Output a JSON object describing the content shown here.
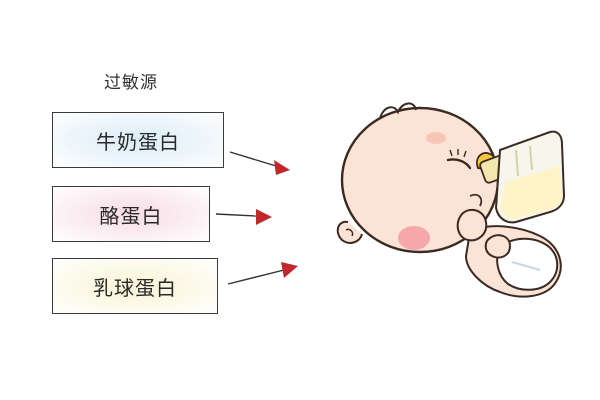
{
  "heading": "过敏源",
  "allergens": [
    {
      "label": "牛奶蛋白"
    },
    {
      "label": "酪蛋白"
    },
    {
      "label": "乳球蛋白"
    }
  ],
  "colors": {
    "box1_tint": "#dbecf7",
    "box2_tint": "#f8dbe6",
    "box3_tint": "#f8f4d6",
    "arrow_head": "#c0282c",
    "skin": "#fbe3d6",
    "cheek": "#f4a9a8"
  }
}
